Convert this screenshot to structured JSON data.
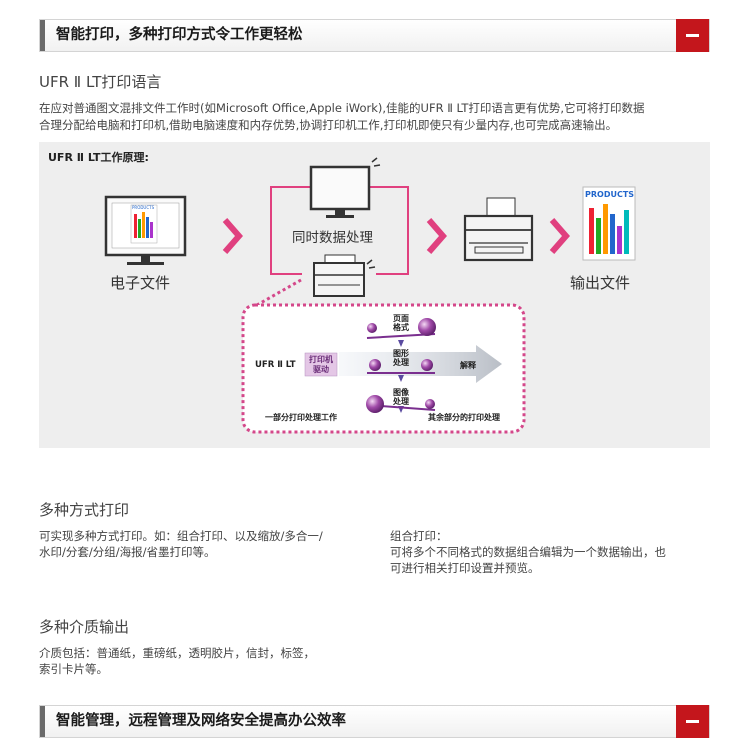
{
  "section1": {
    "title": "智能打印，多种打印方式令工作更轻松",
    "toggle": "collapse"
  },
  "ufr": {
    "heading": "UFR Ⅱ LT打印语言",
    "p1": "在应对普通图文混排文件工作时(如Microsoft Office,Apple iWork),佳能的UFR Ⅱ LT打印语言更有优势,它可将打印数据",
    "p2": "合理分配给电脑和打印机,借助电脑速度和内存优势,协调打印机工作,打印机即使只有少量内存,也可完成高速输出。"
  },
  "diagram": {
    "title": "UFR Ⅱ LT工作原理:",
    "doc_label": "电子文件",
    "process_label": "同时数据处理",
    "output_label": "输出文件",
    "products_small": "PRODUCTS",
    "products_large": "PRODUCTS",
    "ufr_label": "UFR Ⅱ LT",
    "driver_line1": "打印机",
    "driver_line2": "驱动",
    "layout_line1": "页面",
    "layout_line2": "格式",
    "graphics_line1": "图形",
    "graphics_line2": "处理",
    "image_line1": "图像",
    "image_line2": "处理",
    "interpret": "解释",
    "part_label": "一部分打印处理工作",
    "rest_label": "其余部分的打印处理"
  },
  "multi": {
    "heading": "多种方式打印",
    "left1": "可实现多种方式打印。如：组合打印、以及缩放/多合一/",
    "left2": "水印/分套/分组/海报/省墨打印等。",
    "right1": "组合打印：",
    "right2": "可将多个不同格式的数据组合编辑为一个数据输出，也",
    "right3": "可进行相关打印设置并预览。"
  },
  "media": {
    "heading": "多种介质输出",
    "l1": "介质包括：普通纸，重磅纸，透明胶片，信封，标签，",
    "l2": "索引卡片等。"
  },
  "section2": {
    "title": "智能管理，远程管理及网络安全提高办公效率",
    "toggle": "collapse"
  },
  "colors": {
    "accent_red": "#c4161c",
    "pink": "#e0407f",
    "purple": "#7a2f8f"
  }
}
